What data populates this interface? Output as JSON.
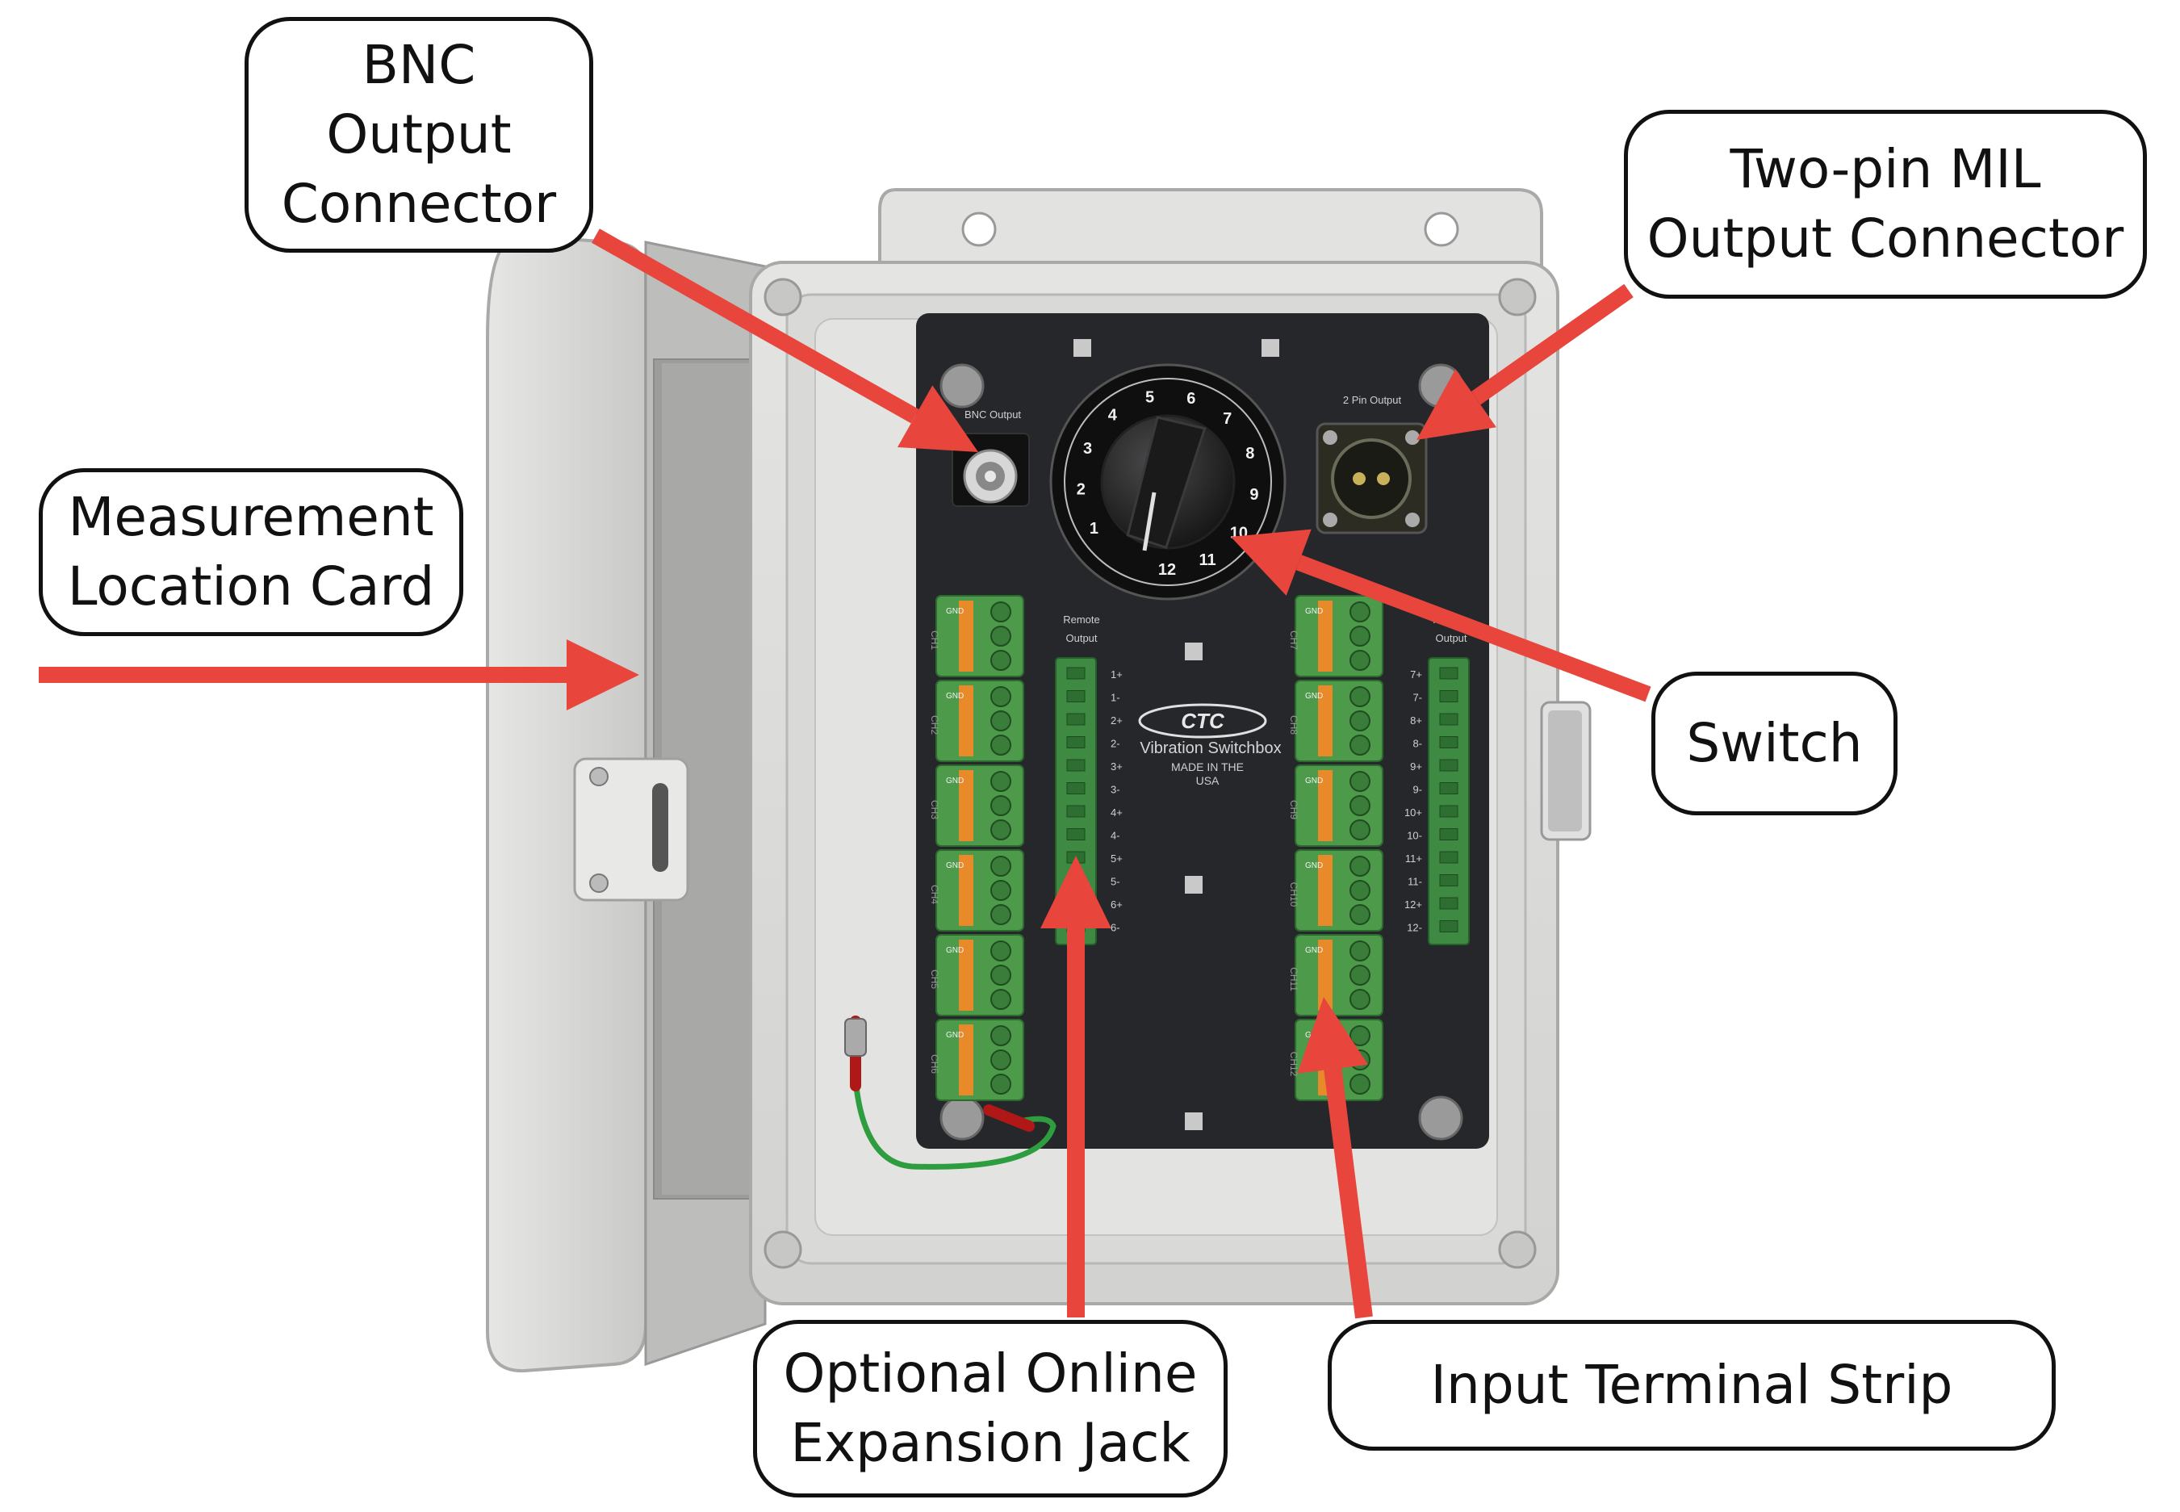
{
  "callouts": {
    "bnc": "BNC\nOutput\nConnector",
    "mil": "Two-pin MIL\nOutput Connector",
    "card": "Measurement\nLocation Card",
    "switch": "Switch",
    "expansion": "Optional Online\nExpansion Jack",
    "terminal": "Input Terminal Strip"
  },
  "panel": {
    "bnc_label": "BNC Output",
    "mil_label": "2 Pin Output",
    "remote_output_label": [
      "Remote",
      "Output"
    ],
    "brand": "CTC",
    "product": "Vibration Switchbox",
    "made_in": [
      "MADE IN THE",
      "USA"
    ],
    "gnd": "GND"
  },
  "dial": {
    "positions": [
      "1",
      "2",
      "3",
      "4",
      "5",
      "6",
      "7",
      "8",
      "9",
      "10",
      "11",
      "12"
    ]
  },
  "left_strip_pins": [
    "1+",
    "1-",
    "2+",
    "2-",
    "3+",
    "3-",
    "4+",
    "4-",
    "5+",
    "5-",
    "6+",
    "6-"
  ],
  "right_strip_pins": [
    "7+",
    "7-",
    "8+",
    "8-",
    "9+",
    "9-",
    "10+",
    "10-",
    "11+",
    "11-",
    "12+",
    "12-"
  ],
  "channels_left": [
    "CH1",
    "CH2",
    "CH3",
    "CH4",
    "CH5",
    "CH6"
  ],
  "channels_right": [
    "CH7",
    "CH8",
    "CH9",
    "CH10",
    "CH11",
    "CH12"
  ],
  "colors": {
    "arrow": "#e8453c",
    "enclosure": "#dcdcda",
    "panel": "#26272a",
    "terminal_green": "#4c9a4a",
    "terminal_orange": "#e88a2a"
  }
}
